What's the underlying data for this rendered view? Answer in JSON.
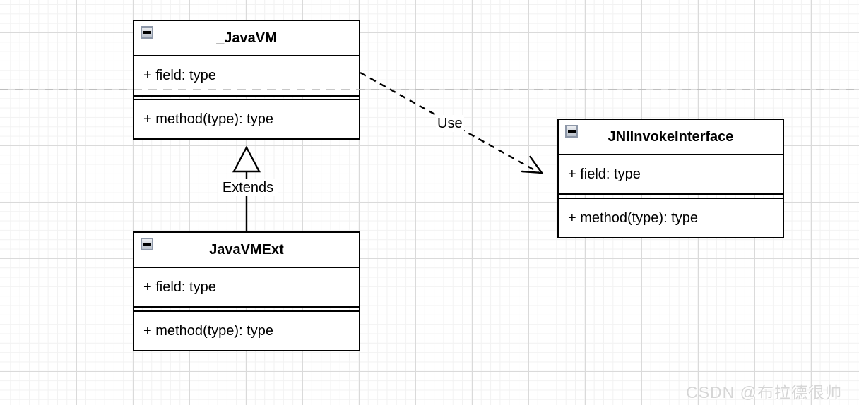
{
  "canvas": {
    "background": "#ffffff",
    "grid_minor_color": "#f2f2f2",
    "grid_major_color": "#dadada",
    "page_divider_color": "#b5b5b5"
  },
  "diagram": {
    "classes": [
      {
        "title": "_JavaVM",
        "field": "+ field: type",
        "method": "+ method(type): type",
        "collapse_icon": "minus-icon"
      },
      {
        "title": "JNIInvokeInterface",
        "field": "+ field: type",
        "method": "+ method(type): type",
        "collapse_icon": "minus-icon"
      },
      {
        "title": "JavaVMExt",
        "field": "+ field: type",
        "method": "+ method(type): type",
        "collapse_icon": "minus-icon"
      }
    ],
    "relations": [
      {
        "label": "Extends",
        "type": "generalization",
        "style": "solid-line-hollow-triangle",
        "from": "JavaVMExt",
        "to": "_JavaVM"
      },
      {
        "label": "Use",
        "type": "dependency",
        "style": "dashed-line-open-arrow",
        "from": "_JavaVM",
        "to": "JNIInvokeInterface"
      }
    ]
  },
  "watermark": {
    "text": "CSDN @布拉德很帅",
    "color": "#d6d6d6"
  }
}
